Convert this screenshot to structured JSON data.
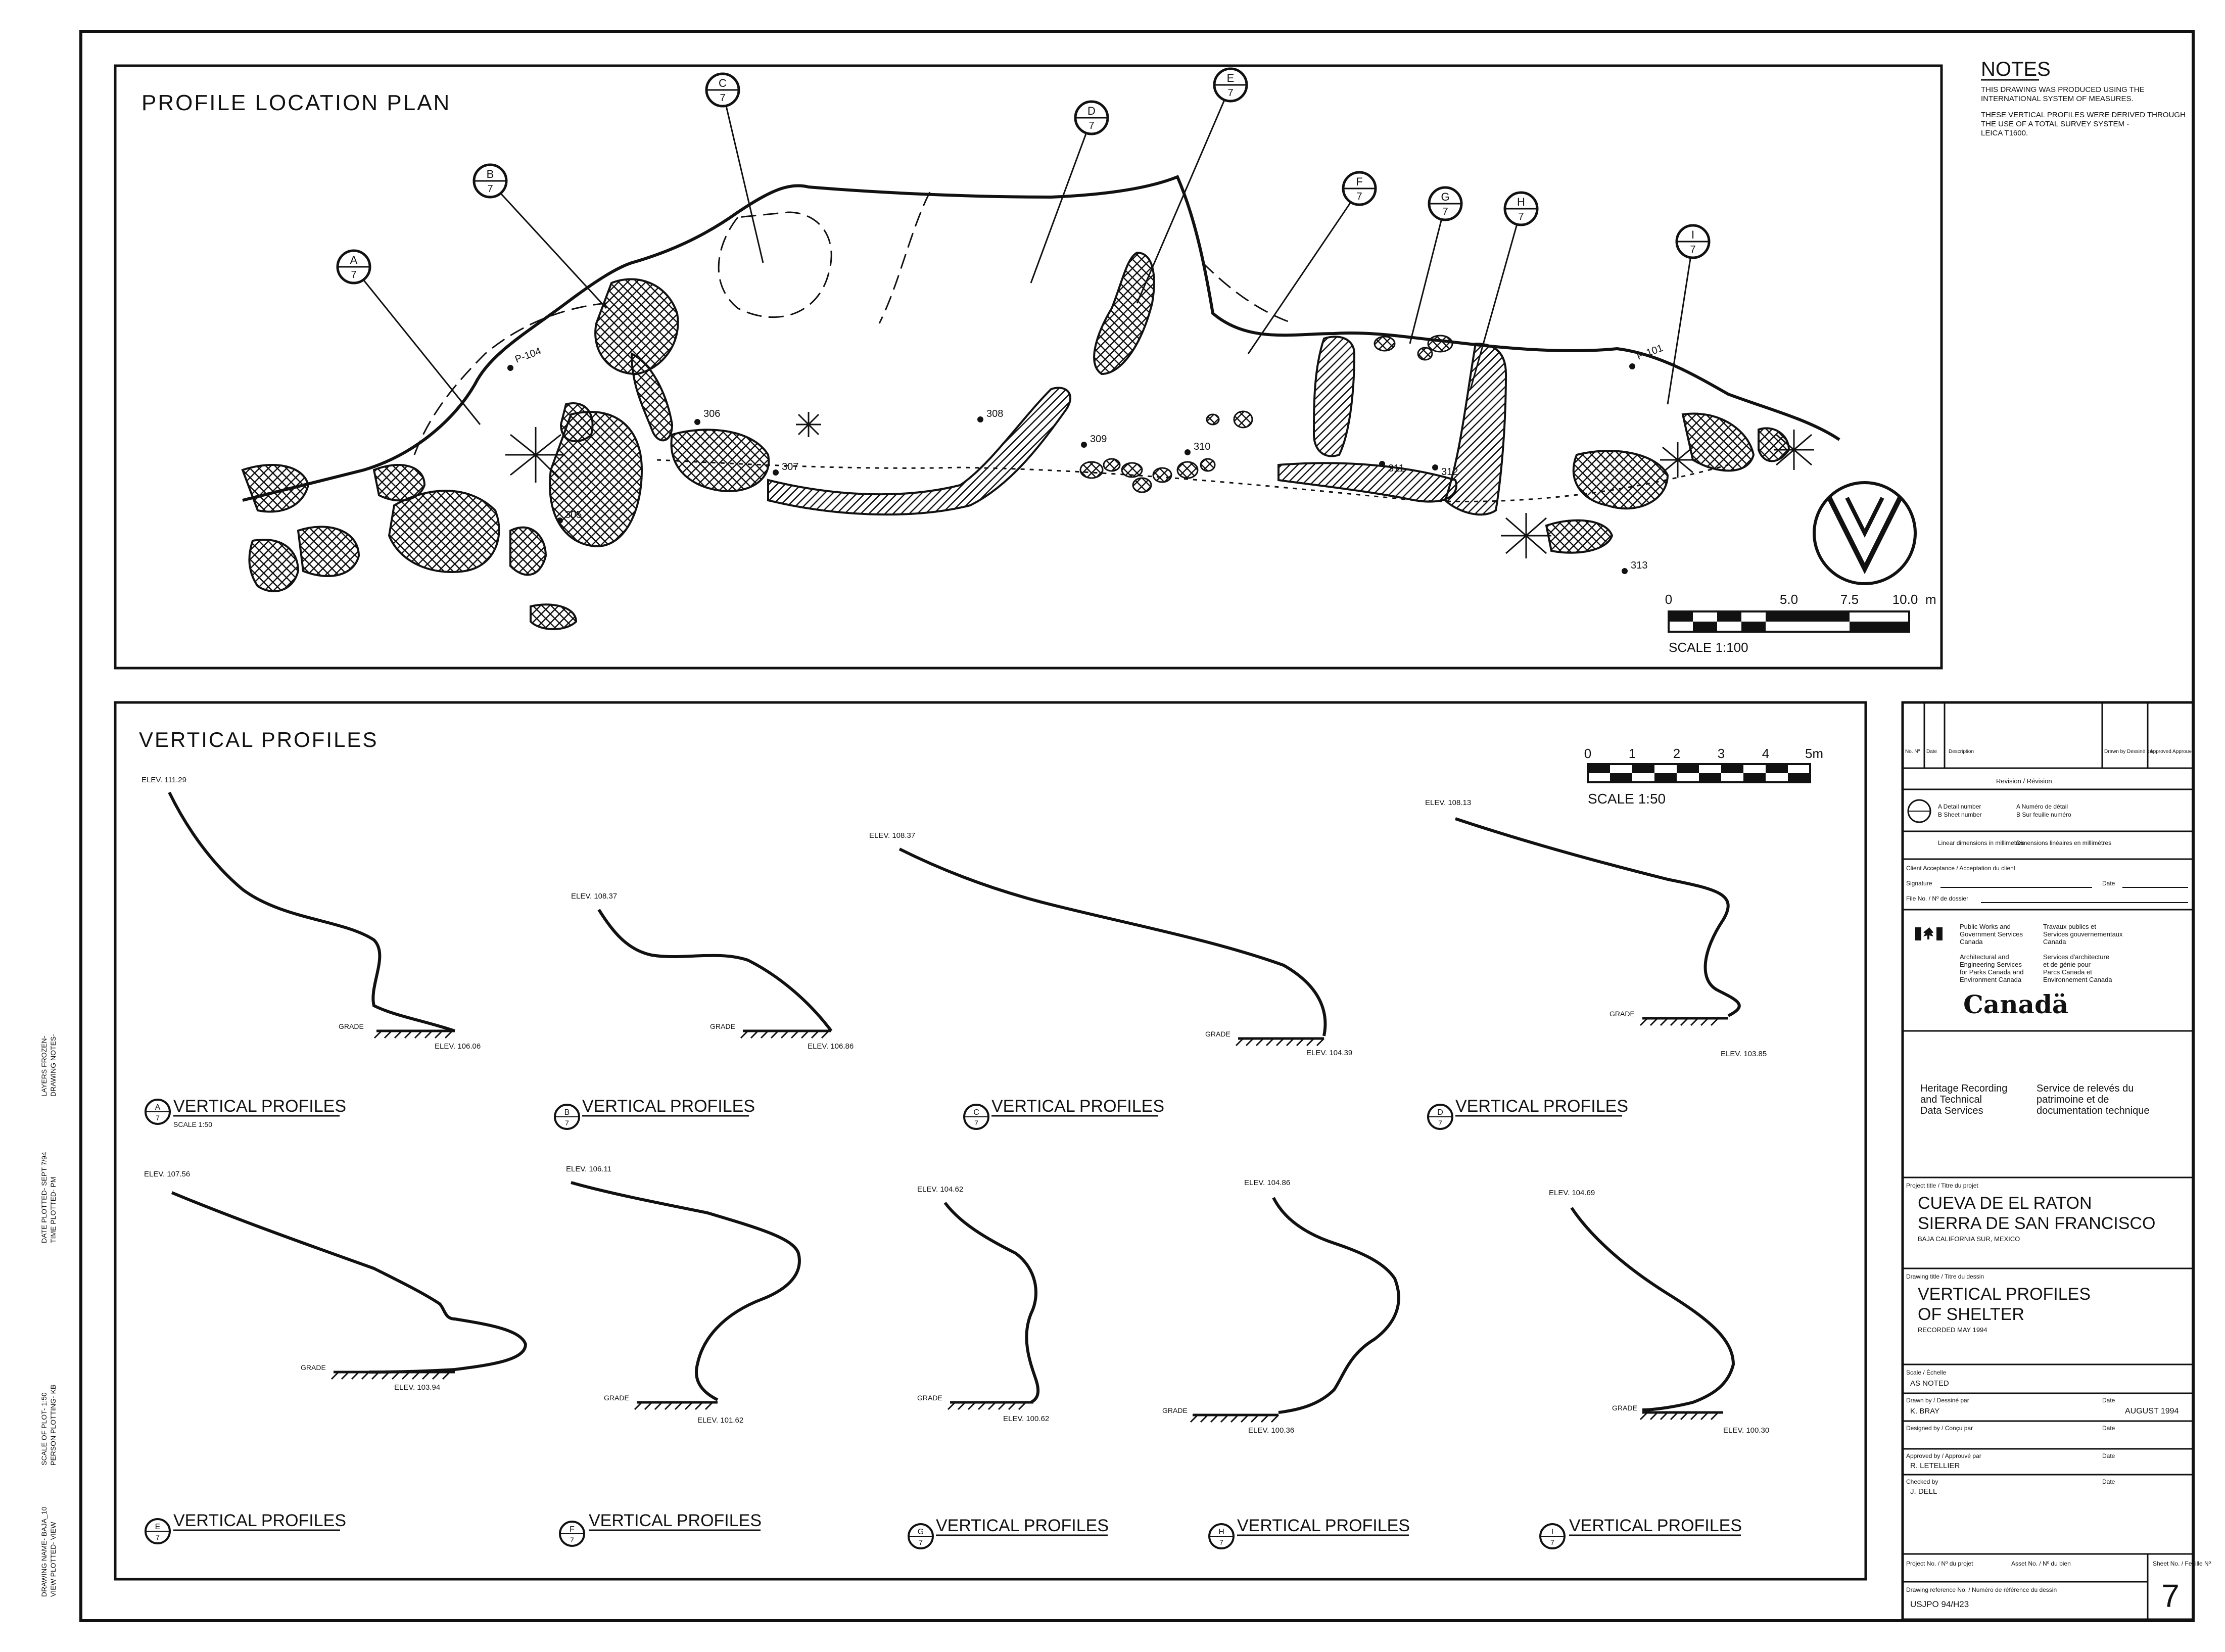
{
  "plan": {
    "title": "PROFILE LOCATION PLAN",
    "notes_title": "NOTES",
    "notes": [
      "THIS DRAWING WAS PRODUCED USING THE",
      "INTERNATIONAL SYSTEM OF MEASURES.",
      "THESE VERTICAL PROFILES WERE DERIVED THROUGH",
      "THE USE OF A TOTAL SURVEY SYSTEM -",
      "LEICA T1600."
    ],
    "scale_ticks": [
      "0",
      "5.0",
      "7.5",
      "10.0"
    ],
    "scale_unit": "m",
    "scale_label": "SCALE 1:100",
    "points": [
      "P-104",
      "306",
      "307",
      "308",
      "309",
      "310",
      "311",
      "312",
      "305",
      "313",
      "P-101"
    ],
    "markers": [
      "A",
      "B",
      "C",
      "D",
      "E",
      "F",
      "G",
      "H",
      "I"
    ],
    "marker_sheet": "7"
  },
  "profiles": {
    "title": "VERTICAL PROFILES",
    "scale_ticks": [
      "0",
      "1",
      "2",
      "3",
      "4",
      "5m"
    ],
    "scale_label": "SCALE 1:50",
    "grade": "GRADE",
    "caption": "VERTICAL PROFILES",
    "caption_scale": "SCALE 1:50",
    "items": [
      {
        "letter": "A",
        "top": "ELEV. 111.29",
        "bottom": "ELEV. 106.06"
      },
      {
        "letter": "B",
        "top": "ELEV. 108.37",
        "bottom": "ELEV. 106.86"
      },
      {
        "letter": "C",
        "top": "ELEV. 108.37",
        "bottom": "ELEV. 104.39"
      },
      {
        "letter": "D",
        "top": "ELEV. 108.13",
        "bottom": "ELEV. 103.85"
      },
      {
        "letter": "E",
        "top": "ELEV. 107.56",
        "bottom": "ELEV. 103.94"
      },
      {
        "letter": "F",
        "top": "ELEV. 106.11",
        "bottom": "ELEV. 101.62"
      },
      {
        "letter": "G",
        "top": "ELEV. 104.62",
        "bottom": "ELEV. 100.62"
      },
      {
        "letter": "H",
        "top": "ELEV. 104.86",
        "bottom": "ELEV. 100.36"
      },
      {
        "letter": "I",
        "top": "ELEV. 104.69",
        "bottom": "ELEV. 100.30"
      }
    ]
  },
  "titleblock": {
    "rev_cols": [
      "No. Nº",
      "Date",
      "Description",
      "Drawn by Dessiné par",
      "Approved Approuvé"
    ],
    "rev_caption": "Revision / Révision",
    "detail_number": "A Detail number",
    "sheet_number": "B Sheet number",
    "detail_number_fr": "A Numéro de détail",
    "sheet_number_fr": "B Sur feuille numéro",
    "linear_dims": "Linear dimensions in millimetres",
    "linear_dims_fr": "Dimensions linéaires en millimètres",
    "client_accept": "Client Acceptance / Acceptation du client",
    "signature": "Signature",
    "date": "Date",
    "file_no": "File No. / Nº de dossier",
    "pw_en": [
      "Public Works and",
      "Government Services",
      "Canada"
    ],
    "pw_fr": [
      "Travaux publics et",
      "Services gouvernementaux",
      "Canada"
    ],
    "aes_en": [
      "Architectural and",
      "Engineering Services",
      "for Parks Canada and",
      "Environment Canada"
    ],
    "aes_fr": [
      "Services d'architecture",
      "et de génie pour",
      "Parcs Canada et",
      "Environnement Canada"
    ],
    "canada": "Canadä",
    "hrts_en": [
      "Heritage Recording",
      "and Technical",
      "Data Services"
    ],
    "hrts_fr": [
      "Service de relevés du",
      "patrimoine et de",
      "documentation technique"
    ],
    "project_title_label": "Project title / Titre du projet",
    "project_title": [
      "CUEVA DE EL RATON",
      "SIERRA DE SAN FRANCISCO"
    ],
    "project_sub": "BAJA CALIFORNIA SUR, MEXICO",
    "drawing_title_label": "Drawing title / Titre du dessin",
    "drawing_title": [
      "VERTICAL PROFILES",
      "OF SHELTER"
    ],
    "drawing_sub": "RECORDED MAY 1994",
    "scale_label": "Scale / Échelle",
    "scale_value": "AS NOTED",
    "drawn_label": "Drawn by / Dessiné par",
    "drawn_value": "K. BRAY",
    "date_label": "Date",
    "date_value": "AUGUST 1994",
    "designed_label": "Designed by / Conçu par",
    "approved_label": "Approved by / Approuvé par",
    "approved_value": "R. LETELLIER",
    "checked_label": "Checked by",
    "checked_value": "J. DELL",
    "project_no_label": "Project No. / Nº du projet",
    "asset_no_label": "Asset No. / Nº du bien",
    "sheet_no_label": "Sheet No. / Feuille Nº",
    "drawing_ref_label": "Drawing reference No. / Numéro de référence du dessin",
    "drawing_ref": "USJPO 94/H23",
    "sheet_no": "7"
  },
  "margin": [
    "DRAWING NAME-  BAJA_10",
    "VIEW PLOTTED-  VIEW",
    "SCALE OF PLOT-  1:50",
    "PERSON PLOTTING-  KB",
    "DATE PLOTTED-  SEPT 7/94",
    "TIME PLOTTED-  PM",
    "LAYERS FROZEN-",
    "DRAWING NOTES-"
  ]
}
